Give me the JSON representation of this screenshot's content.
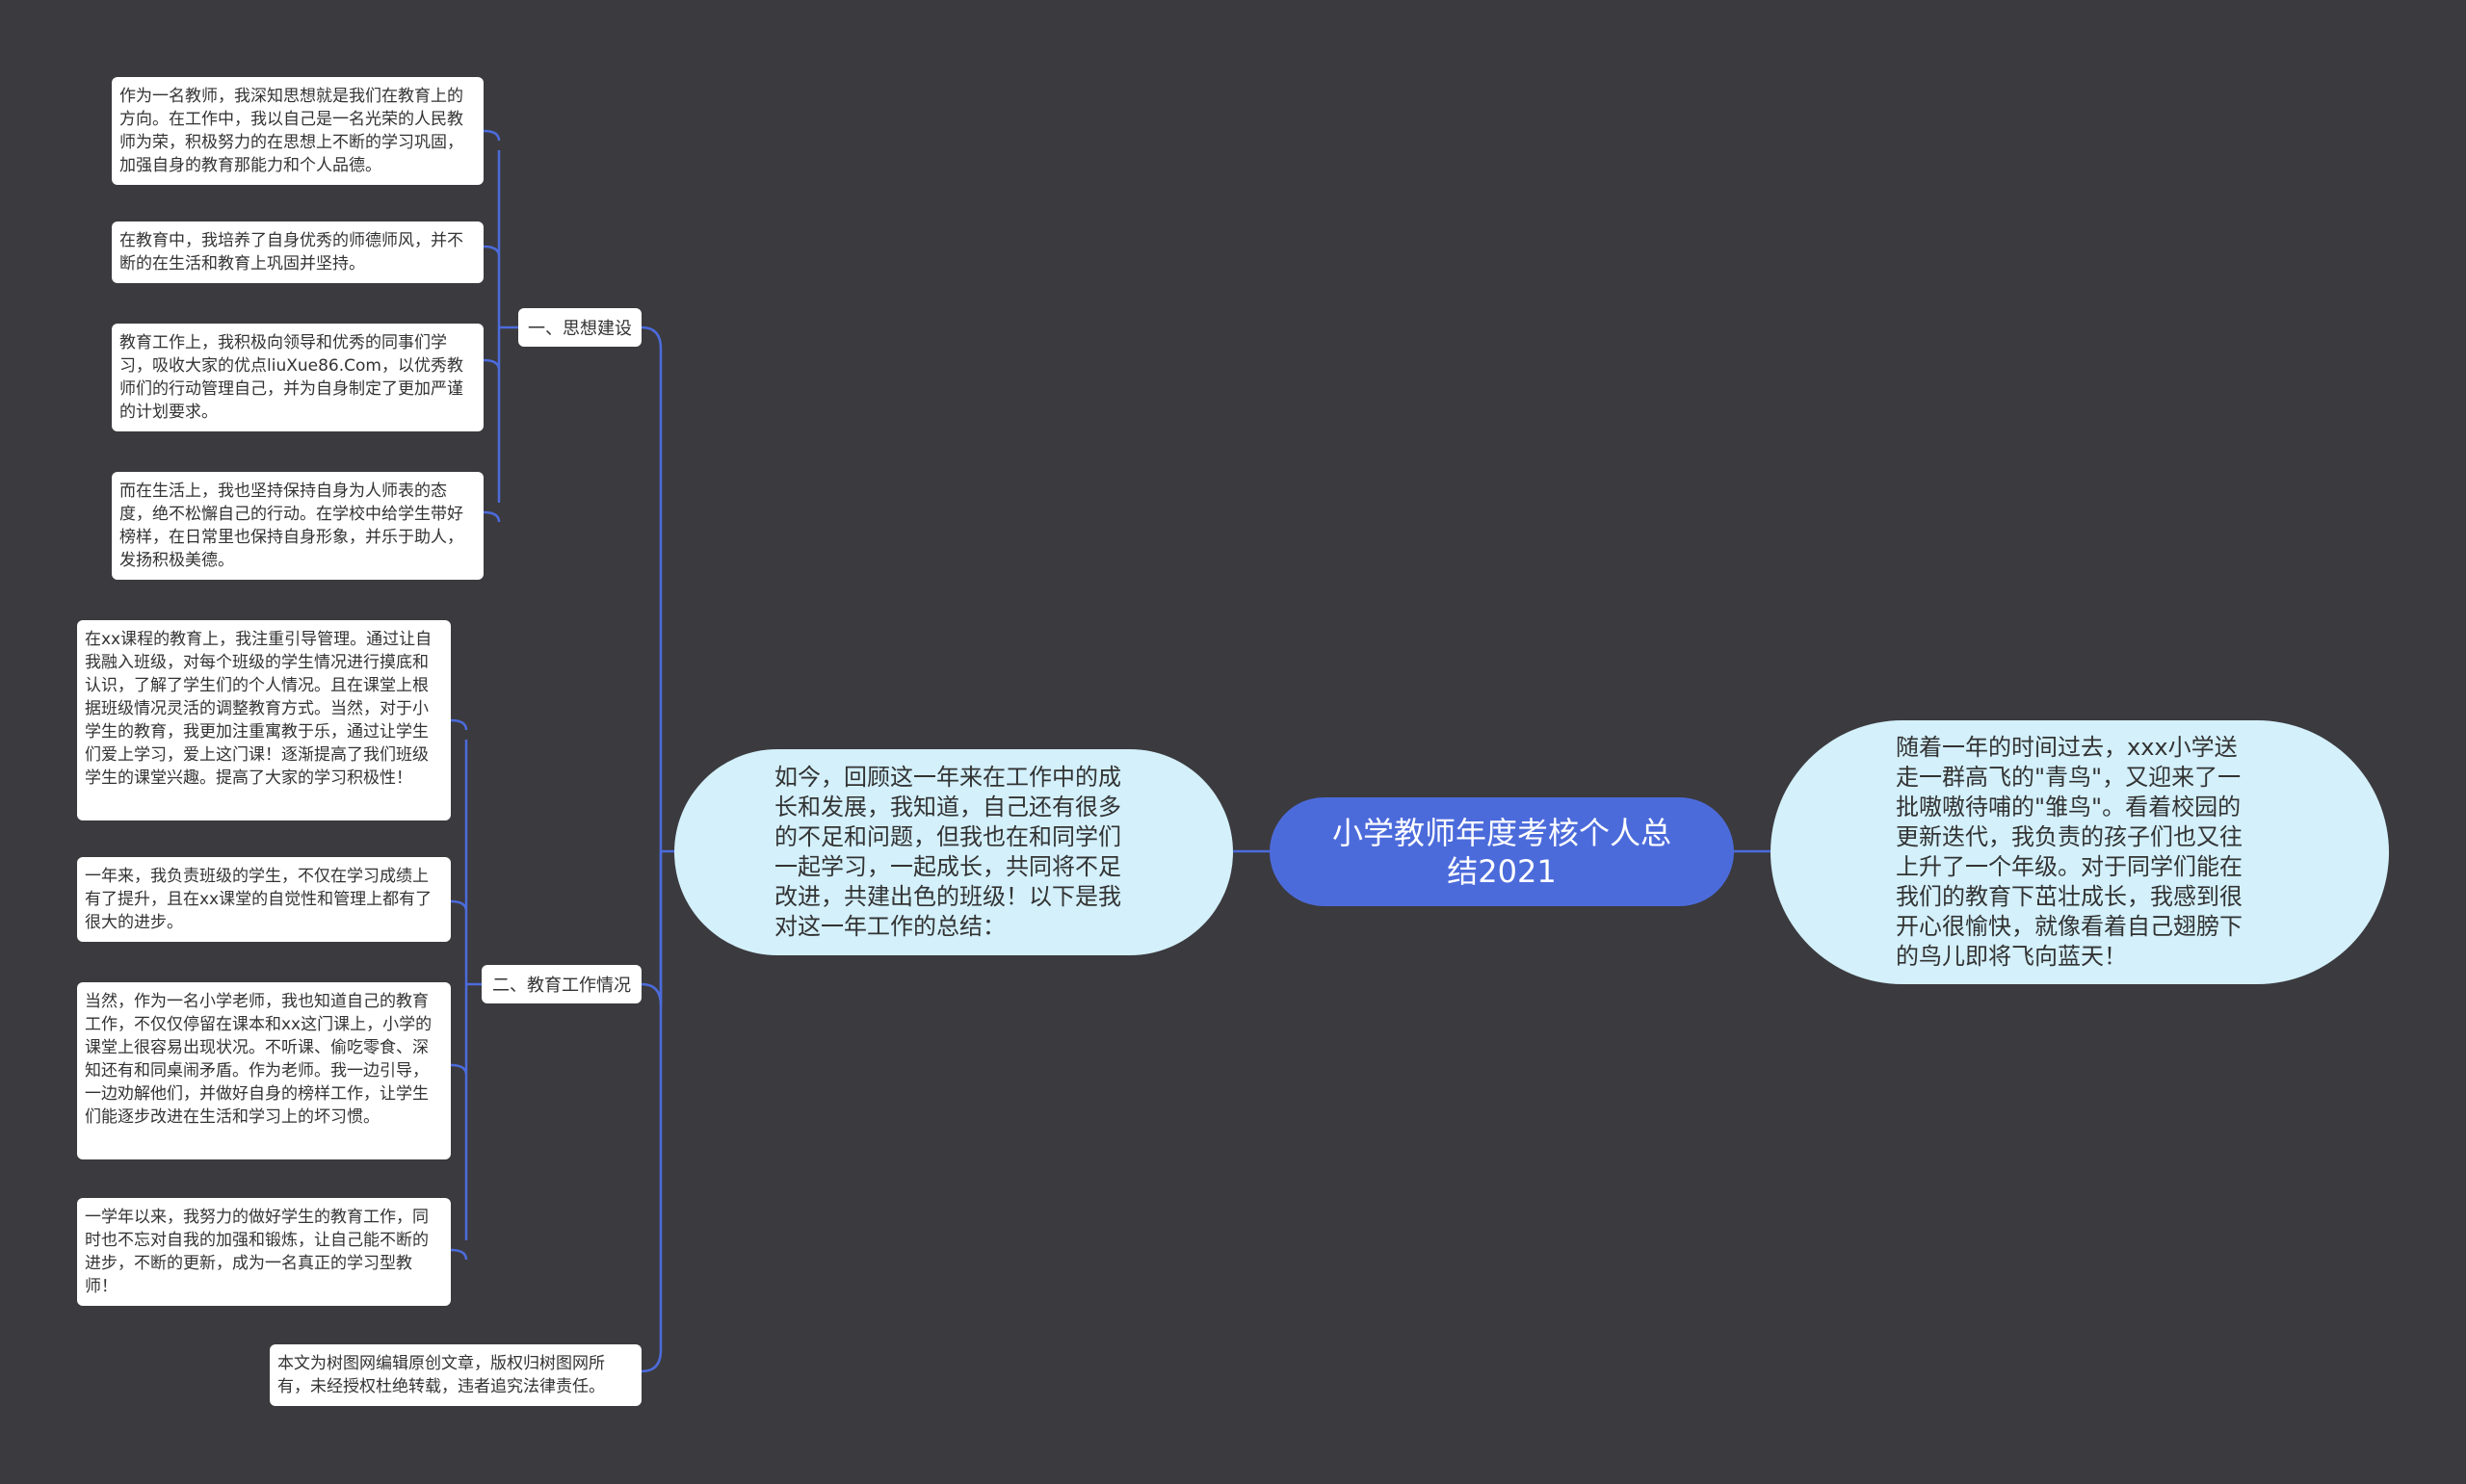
{
  "root": {
    "title": "小学教师年度考核个人总结2021"
  },
  "right": {
    "text": "随着一年的时间过去，xxx小学送走一群高飞的\"青鸟\"，又迎来了一批嗷嗷待哺的\"雏鸟\"。看着校园的更新迭代，我负责的孩子们也又往上升了一个年级。对于同学们能在我们的教育下茁壮成长，我感到很开心很愉快，就像看着自己翅膀下的鸟儿即将飞向蓝天！"
  },
  "left": {
    "intro": "如今，回顾这一年来在工作中的成长和发展，我知道，自己还有很多的不足和问题，但我也在和同学们一起学习，一起成长，共同将不足改进，共建出色的班级！以下是我对这一年工作的总结：",
    "branches": [
      {
        "label": "一、思想建设",
        "items": [
          "作为一名教师，我深知思想就是我们在教育上的方向。在工作中，我以自己是一名光荣的人民教师为荣，积极努力的在思想上不断的学习巩固，加强自身的教育那能力和个人品德。",
          "在教育中，我培养了自身优秀的师德师风，并不断的在生活和教育上巩固并坚持。",
          "教育工作上，我积极向领导和优秀的同事们学习，吸收大家的优点liuXue86.Com，以优秀教师们的行动管理自己，并为自身制定了更加严谨的计划要求。",
          "而在生活上，我也坚持保持自身为人师表的态度，绝不松懈自己的行动。在学校中给学生带好榜样，在日常里也保持自身形象，并乐于助人，发扬积极美德。"
        ]
      },
      {
        "label": "二、教育工作情况",
        "items": [
          "在xx课程的教育上，我注重引导管理。通过让自我融入班级，对每个班级的学生情况进行摸底和认识，了解了学生们的个人情况。且在课堂上根据班级情况灵活的调整教育方式。当然，对于小学生的教育，我更加注重寓教于乐，通过让学生们爱上学习，爱上这门课！逐渐提高了我们班级学生的课堂兴趣。提高了大家的学习积极性！",
          "一年来，我负责班级的学生，不仅在学习成绩上有了提升，且在xx课堂的自觉性和管理上都有了很大的进步。",
          "当然，作为一名小学老师，我也知道自己的教育工作，不仅仅停留在课本和xx这门课上，小学的课堂上很容易出现状况。不听课、偷吃零食、深知还有和同桌闹矛盾。作为老师。我一边引导，一边劝解他们，并做好自身的榜样工作，让学生们能逐步改进在生活和学习上的坏习惯。",
          "一学年以来，我努力的做好学生的教育工作，同时也不忘对自我的加强和锻炼，让自己能不断的进步，不断的更新，成为一名真正的学习型教师！"
        ]
      }
    ],
    "copyright": "本文为树图网编辑原创文章，版权归树图网所有，未经授权杜绝转载，违者追究法律责任。"
  },
  "colors": {
    "background": "#3b3a3e",
    "root": "#4c6bdb",
    "bubble": "#d3f0fb",
    "card": "#ffffff",
    "connector": "#4c6bdb"
  }
}
